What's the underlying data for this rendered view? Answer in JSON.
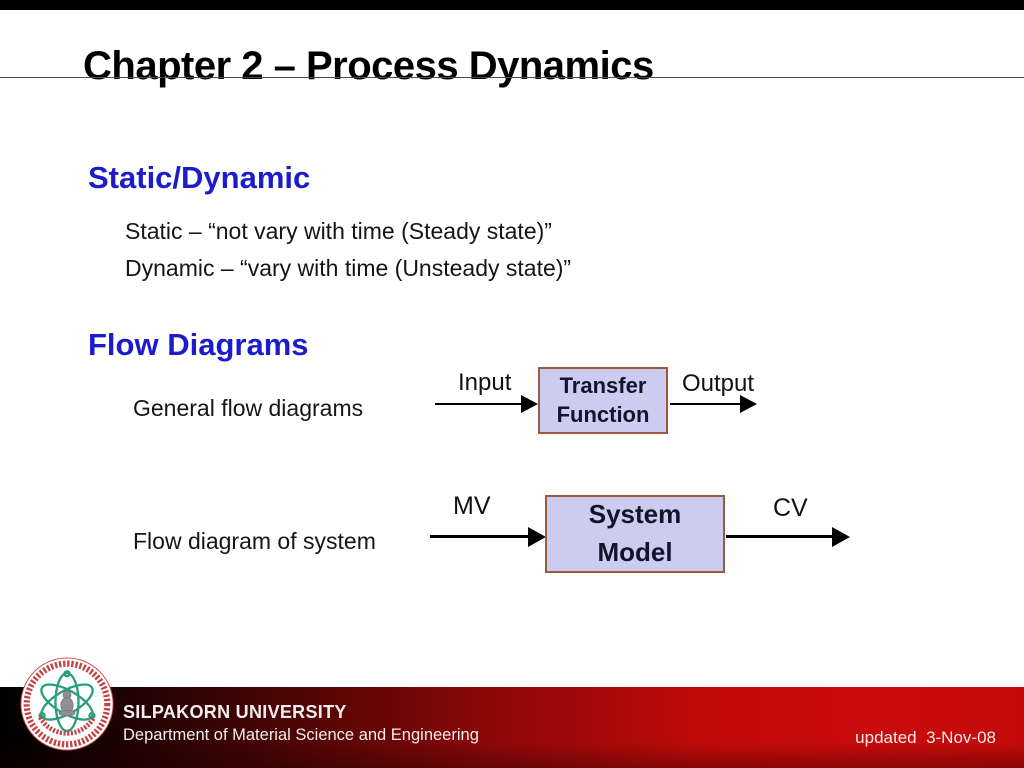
{
  "title": "Chapter 2 – Process Dynamics",
  "static_dynamic": {
    "heading": "Static/Dynamic",
    "lines": [
      "Static – “not vary with time (Steady state)”",
      "Dynamic – “vary with time (Unsteady state)”"
    ]
  },
  "flow_diagrams": {
    "heading": "Flow Diagrams",
    "general": {
      "label": "General flow diagrams",
      "input_label": "Input",
      "box_line1": "Transfer",
      "box_line2": "Function",
      "output_label": "Output"
    },
    "system": {
      "label": "Flow diagram of system",
      "input_label": "MV",
      "box_line1": "System",
      "box_line2": "Model",
      "output_label": "CV"
    }
  },
  "footer": {
    "university": "SILPAKORN UNIVERSITY",
    "department": "Department of Material Science and Engineering",
    "updated": "updated  3-Nov-08",
    "logo": "silpakorn-university-seal"
  },
  "colors": {
    "heading_blue": "#1c1ccd",
    "box_fill": "#ccccf0",
    "box_border": "#a0583c",
    "box_text": "#13132b",
    "footer_red": "#c90b0b",
    "footer_black": "#000000",
    "seal_green": "#2a9e7c",
    "seal_red": "#c24444"
  }
}
